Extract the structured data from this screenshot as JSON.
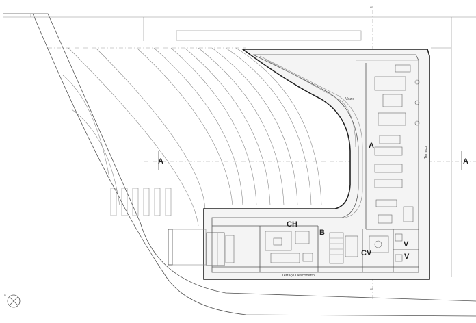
{
  "labels": {
    "section_a_left": "A",
    "section_a_right": "A",
    "room_a": "A",
    "room_ch": "CH",
    "room_b": "B",
    "room_cv": "CV",
    "room_v_top": "V",
    "room_v_bottom": "V",
    "vazio": "Vazio",
    "terraco": "Terraço",
    "terraco_descoberto": "Terraço Descoberto",
    "section_b_top": "6B",
    "section_b_bottom": "6B",
    "north": "N"
  }
}
